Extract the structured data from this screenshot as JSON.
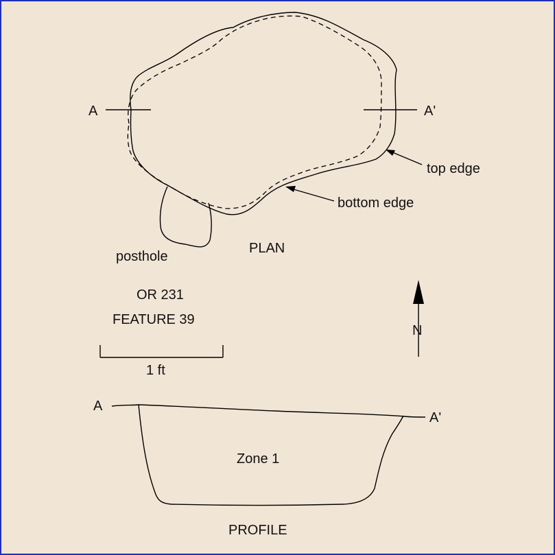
{
  "plan": {
    "section_start": "A",
    "section_end": "A'",
    "top_edge_label": "top edge",
    "bottom_edge_label": "bottom edge",
    "posthole_label": "posthole",
    "title": "PLAN"
  },
  "site": {
    "number": "OR 231",
    "feature": "FEATURE 39"
  },
  "scale": {
    "label": "1 ft"
  },
  "north": {
    "label": "N"
  },
  "profile": {
    "section_start": "A",
    "section_end": "A'",
    "zone_label": "Zone 1",
    "title": "PROFILE"
  },
  "colors": {
    "background": "#f1e5d6",
    "border": "#1f2fb8",
    "ink": "#000000"
  }
}
